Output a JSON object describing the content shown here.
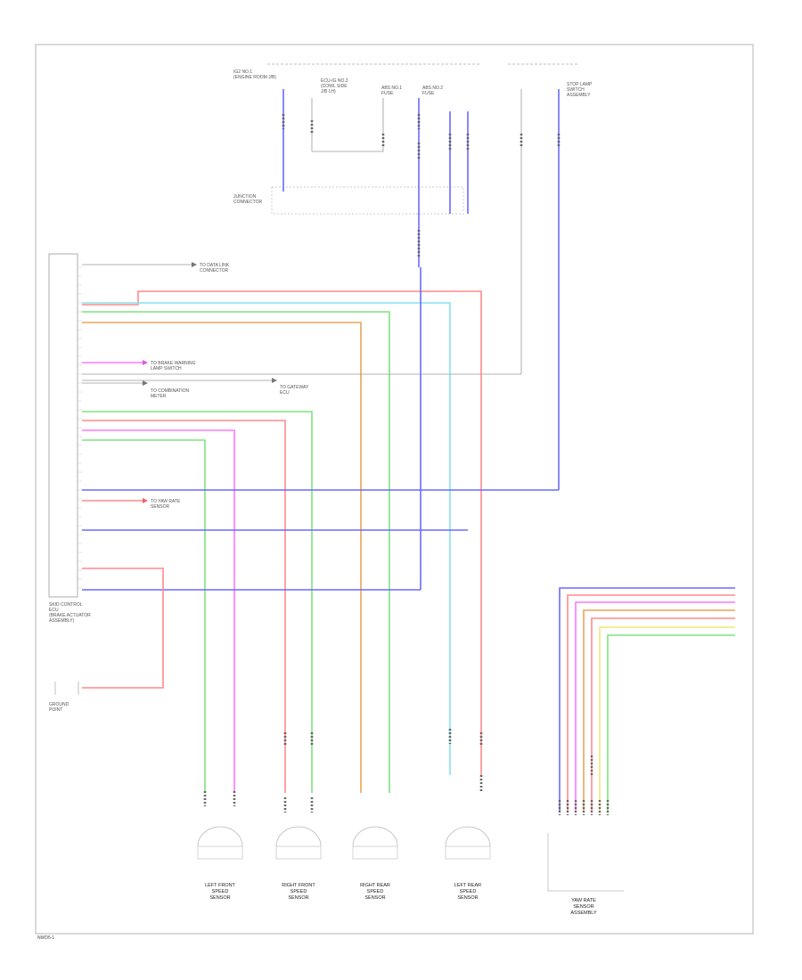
{
  "footer": {
    "ref": "NWD5-1"
  },
  "ecu": {
    "caption": [
      "SKID CONTROL",
      "ECU",
      "(BRAKE ACTUATOR",
      "ASSEMBLY)"
    ]
  },
  "top_components": [
    {
      "lines": [
        "IG2 NO.1",
        "(ENGINE ROOM J/B)"
      ]
    },
    {
      "lines": [
        "ECU-IG NO.2",
        "(COWL SIDE",
        "J/B LH)"
      ]
    },
    {
      "lines": [
        "ABS NO.1",
        "FUSE"
      ]
    },
    {
      "lines": [
        "ABS NO.2",
        "FUSE"
      ]
    },
    {
      "lines": [
        "STOP LAMP",
        "SWITCH",
        "ASSEMBLY"
      ]
    }
  ],
  "junction": {
    "lines": [
      "JUNCTION",
      "CONNECTOR"
    ]
  },
  "side_labels": [
    {
      "lines": [
        "TO DATA LINK",
        "CONNECTOR"
      ]
    },
    {
      "lines": [
        "TO BRAKE WARNING",
        "LAMP SWITCH"
      ]
    },
    {
      "lines": [
        "TO COMBINATION",
        "METER"
      ]
    },
    {
      "lines": [
        "TO GATEWAY",
        "ECU"
      ]
    },
    {
      "lines": [
        "TO YAW RATE",
        "SENSOR"
      ]
    }
  ],
  "ground": {
    "lines": [
      "GROUND",
      "POINT"
    ]
  },
  "sensors": [
    {
      "lines": [
        "LEFT FRONT",
        "SPEED",
        "SENSOR"
      ]
    },
    {
      "lines": [
        "RIGHT FRONT",
        "SPEED",
        "SENSOR"
      ]
    },
    {
      "lines": [
        "RIGHT REAR",
        "SPEED",
        "SENSOR"
      ]
    },
    {
      "lines": [
        "LEFT REAR",
        "SPEED",
        "SENSOR"
      ]
    }
  ],
  "connector_box": {
    "lines": [
      "YAW RATE",
      "SENSOR",
      "ASSEMBLY"
    ]
  },
  "wire_colors": {
    "blue": "#6a6aff",
    "red": "#ff8a8a",
    "pink": "#ff77ff",
    "green": "#7fe37f",
    "cyan": "#86e4ef",
    "orange": "#e6a658",
    "yellow": "#f0e67a",
    "gray": "#9a9a9a"
  }
}
